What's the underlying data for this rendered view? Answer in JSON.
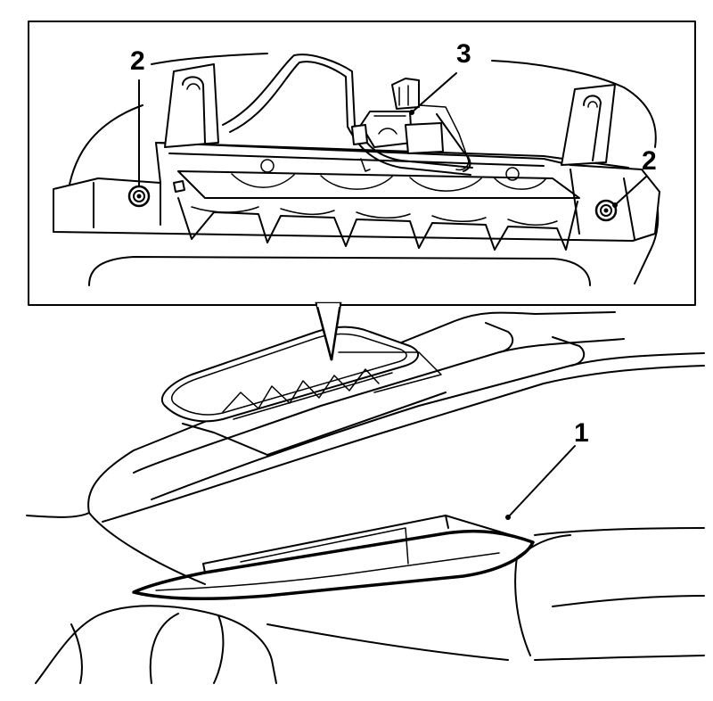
{
  "callouts": {
    "tail_lamp_cover": "1",
    "screw_left": "2",
    "screw_right": "2",
    "connector": "3"
  },
  "colors": {
    "line": "#000000",
    "background": "#ffffff"
  }
}
